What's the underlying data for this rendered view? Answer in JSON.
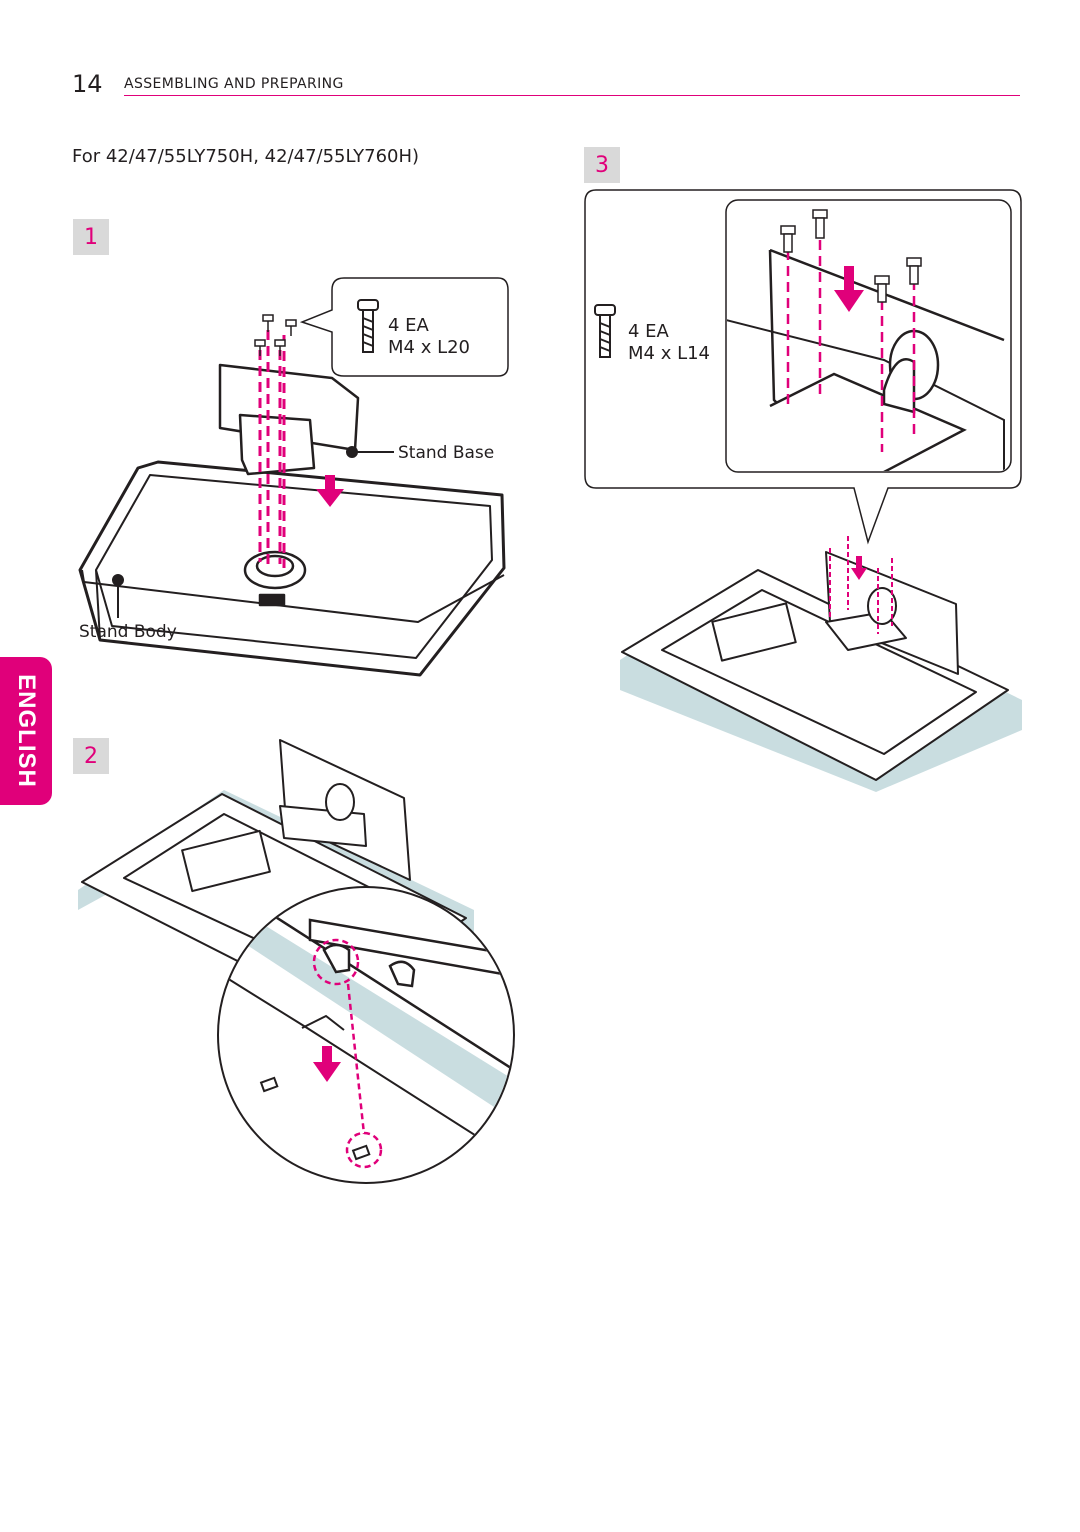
{
  "header": {
    "page_number": "14",
    "section_title": "ASSEMBLING AND PREPARING",
    "rule_color": "#e0007a"
  },
  "model_caption": "For 42/47/55LY750H, 42/47/55LY760H)",
  "language_tab": {
    "label": "ENGLISH",
    "color": "#e0007a"
  },
  "steps": [
    {
      "number": "1",
      "screw_callout": {
        "quantity": "4 EA",
        "spec": "M4 x L20",
        "icon": "screw-icon"
      },
      "labels": {
        "stand_base": "Stand Base",
        "stand_body": "Stand Body"
      }
    },
    {
      "number": "2"
    },
    {
      "number": "3",
      "screw_callout": {
        "quantity": "4 EA",
        "spec": "M4 x L14",
        "icon": "screw-icon"
      }
    }
  ],
  "colors": {
    "accent": "#e0007a",
    "line": "#231f20",
    "badge_bg": "#d9d9d9",
    "shadow": "#c9dde0"
  }
}
